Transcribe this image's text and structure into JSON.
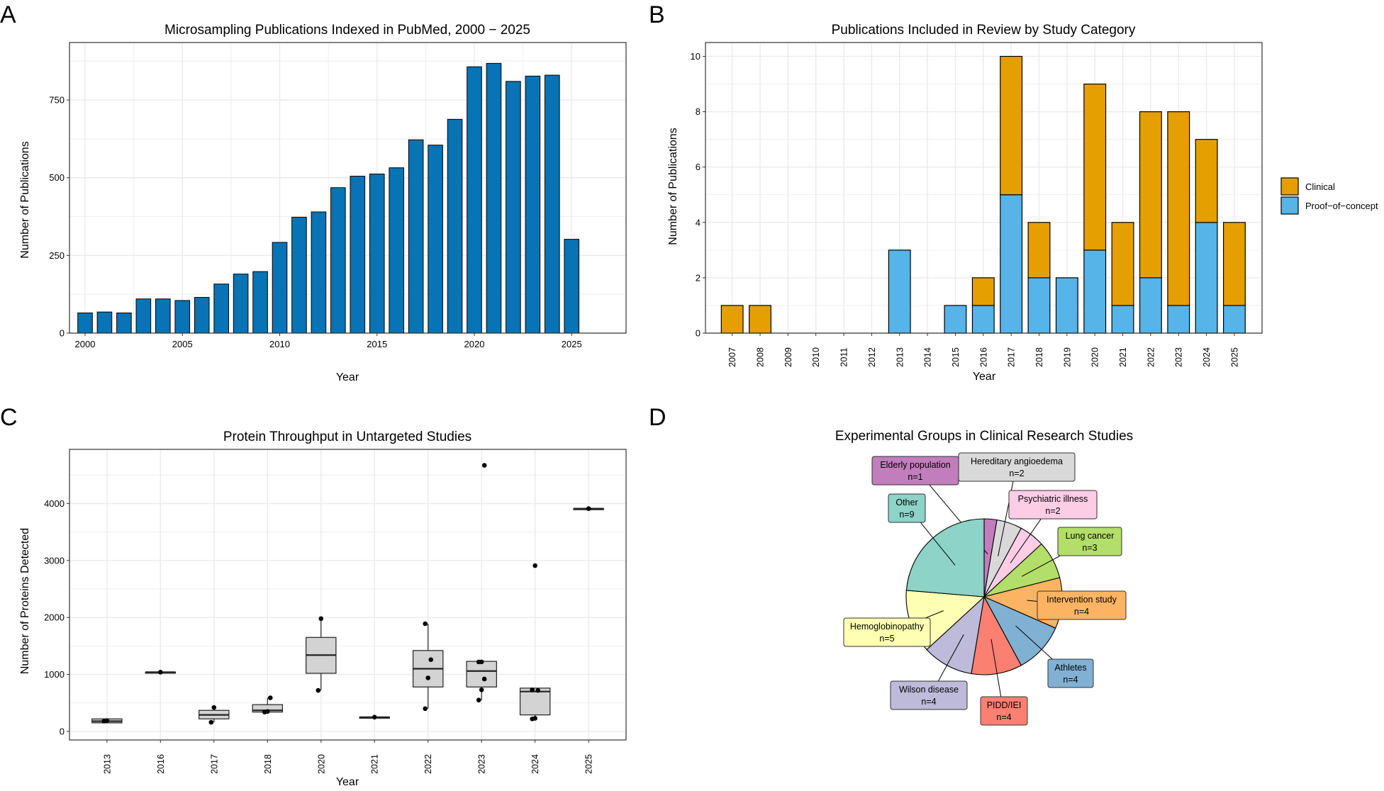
{
  "colors": {
    "bar_blue": "#0873b5",
    "clinical": "#e69f00",
    "proof": "#56b4e9",
    "box_fill": "#d3d3d3",
    "grid": "#ebebeb"
  },
  "chart_data": [
    {
      "panel": "A",
      "type": "bar",
      "title": "Microsampling Publications Indexed in PubMed, 2000 − 2025",
      "xlabel": "Year",
      "ylabel": "Number of Publications",
      "categories": [
        2000,
        2001,
        2002,
        2003,
        2004,
        2005,
        2006,
        2007,
        2008,
        2009,
        2010,
        2011,
        2012,
        2013,
        2014,
        2015,
        2016,
        2017,
        2018,
        2019,
        2020,
        2021,
        2022,
        2023,
        2024,
        2025
      ],
      "values": [
        65,
        68,
        65,
        110,
        110,
        105,
        115,
        158,
        190,
        198,
        292,
        373,
        390,
        468,
        505,
        512,
        532,
        622,
        605,
        688,
        857,
        868,
        810,
        827,
        830,
        302
      ],
      "xticks": [
        "2000",
        "2005",
        "2010",
        "2015",
        "2020",
        "2025"
      ],
      "yticks": [
        "0",
        "250",
        "500",
        "750"
      ],
      "ylim": [
        0,
        935
      ],
      "grid": true
    },
    {
      "panel": "B",
      "type": "bar",
      "stacked": true,
      "title": "Publications Included in Review by Study Category",
      "xlabel": "Year",
      "ylabel": "Number of Publications",
      "categories": [
        "2007",
        "2008",
        "2009",
        "2010",
        "2011",
        "2012",
        "2013",
        "2014",
        "2015",
        "2016",
        "2017",
        "2018",
        "2019",
        "2020",
        "2021",
        "2022",
        "2023",
        "2024",
        "2025"
      ],
      "series": [
        {
          "name": "Proof−of−concept",
          "values": [
            0,
            0,
            0,
            0,
            0,
            0,
            3,
            0,
            1,
            1,
            5,
            2,
            2,
            3,
            1,
            2,
            1,
            4,
            1
          ]
        },
        {
          "name": "Clinical",
          "values": [
            1,
            1,
            0,
            0,
            0,
            0,
            0,
            0,
            0,
            1,
            5,
            2,
            0,
            6,
            3,
            6,
            7,
            3,
            3
          ]
        }
      ],
      "legend_entries": [
        "Clinical",
        "Proof−of−concept"
      ],
      "yticks": [
        "0",
        "2",
        "4",
        "6",
        "8",
        "10"
      ],
      "ylim": [
        0,
        10.5
      ],
      "legend_position": "right",
      "grid": true
    },
    {
      "panel": "C",
      "type": "box",
      "title": "Protein Throughput in Untargeted Studies",
      "xlabel": "Year",
      "ylabel": "Number of Proteins Detected",
      "categories": [
        "2013",
        "2016",
        "2017",
        "2018",
        "2020",
        "2021",
        "2022",
        "2023",
        "2024",
        "2025"
      ],
      "boxes": [
        {
          "q1": 150,
          "median": 180,
          "q3": 220,
          "whisker_low": 150,
          "whisker_high": 220,
          "points": [
            180,
            190
          ]
        },
        {
          "q1": 1040,
          "median": 1040,
          "q3": 1040,
          "whisker_low": 1040,
          "whisker_high": 1040,
          "points": [
            1040
          ]
        },
        {
          "q1": 220,
          "median": 290,
          "q3": 370,
          "whisker_low": 160,
          "whisker_high": 420,
          "points": [
            160,
            420
          ]
        },
        {
          "q1": 340,
          "median": 370,
          "q3": 470,
          "whisker_low": 340,
          "whisker_high": 590,
          "points": [
            340,
            350,
            590
          ]
        },
        {
          "q1": 1020,
          "median": 1340,
          "q3": 1650,
          "whisker_low": 720,
          "whisker_high": 1980,
          "points": [
            720,
            1980
          ]
        },
        {
          "q1": 250,
          "median": 250,
          "q3": 250,
          "whisker_low": 250,
          "whisker_high": 250,
          "points": [
            250
          ]
        },
        {
          "q1": 780,
          "median": 1100,
          "q3": 1420,
          "whisker_low": 400,
          "whisker_high": 1890,
          "points": [
            400,
            940,
            1260,
            1890
          ]
        },
        {
          "q1": 780,
          "median": 1060,
          "q3": 1230,
          "whisker_low": 550,
          "whisker_high": 1230,
          "points": [
            550,
            730,
            920,
            1220,
            1220,
            4670
          ]
        },
        {
          "q1": 290,
          "median": 700,
          "q3": 760,
          "whisker_low": 220,
          "whisker_high": 760,
          "points": [
            220,
            230,
            720,
            730,
            2910
          ]
        },
        {
          "q1": 3910,
          "median": 3910,
          "q3": 3910,
          "whisker_low": 3910,
          "whisker_high": 3910,
          "points": [
            3910
          ]
        }
      ],
      "yticks": [
        "0",
        "1000",
        "2000",
        "3000",
        "4000"
      ],
      "ylim": [
        -150,
        4950
      ],
      "grid": true
    },
    {
      "panel": "D",
      "type": "pie",
      "title": "Experimental Groups in Clinical Research Studies",
      "slices": [
        {
          "label": "Elderly population",
          "value": 1,
          "count_label": "n=1",
          "color": "#c17dbc"
        },
        {
          "label": "Hereditary angioedema",
          "value": 2,
          "count_label": "n=2",
          "color": "#d9d9d9"
        },
        {
          "label": "Psychiatric illness",
          "value": 2,
          "count_label": "n=2",
          "color": "#fccde5"
        },
        {
          "label": "Lung cancer",
          "value": 3,
          "count_label": "n=3",
          "color": "#b3de69"
        },
        {
          "label": "Intervention study",
          "value": 4,
          "count_label": "n=4",
          "color": "#fdb462"
        },
        {
          "label": "Athletes",
          "value": 4,
          "count_label": "n=4",
          "color": "#80b1d3"
        },
        {
          "label": "PIDD/IEI",
          "value": 4,
          "count_label": "n=4",
          "color": "#fb8072"
        },
        {
          "label": "Wilson disease",
          "value": 4,
          "count_label": "n=4",
          "color": "#bebada"
        },
        {
          "label": "Hemoglobinopathy",
          "value": 5,
          "count_label": "n=5",
          "color": "#ffffb3"
        },
        {
          "label": "Other",
          "value": 9,
          "count_label": "n=9",
          "color": "#8dd3c7"
        }
      ]
    }
  ],
  "panel_letters": [
    "A",
    "B",
    "C",
    "D"
  ]
}
